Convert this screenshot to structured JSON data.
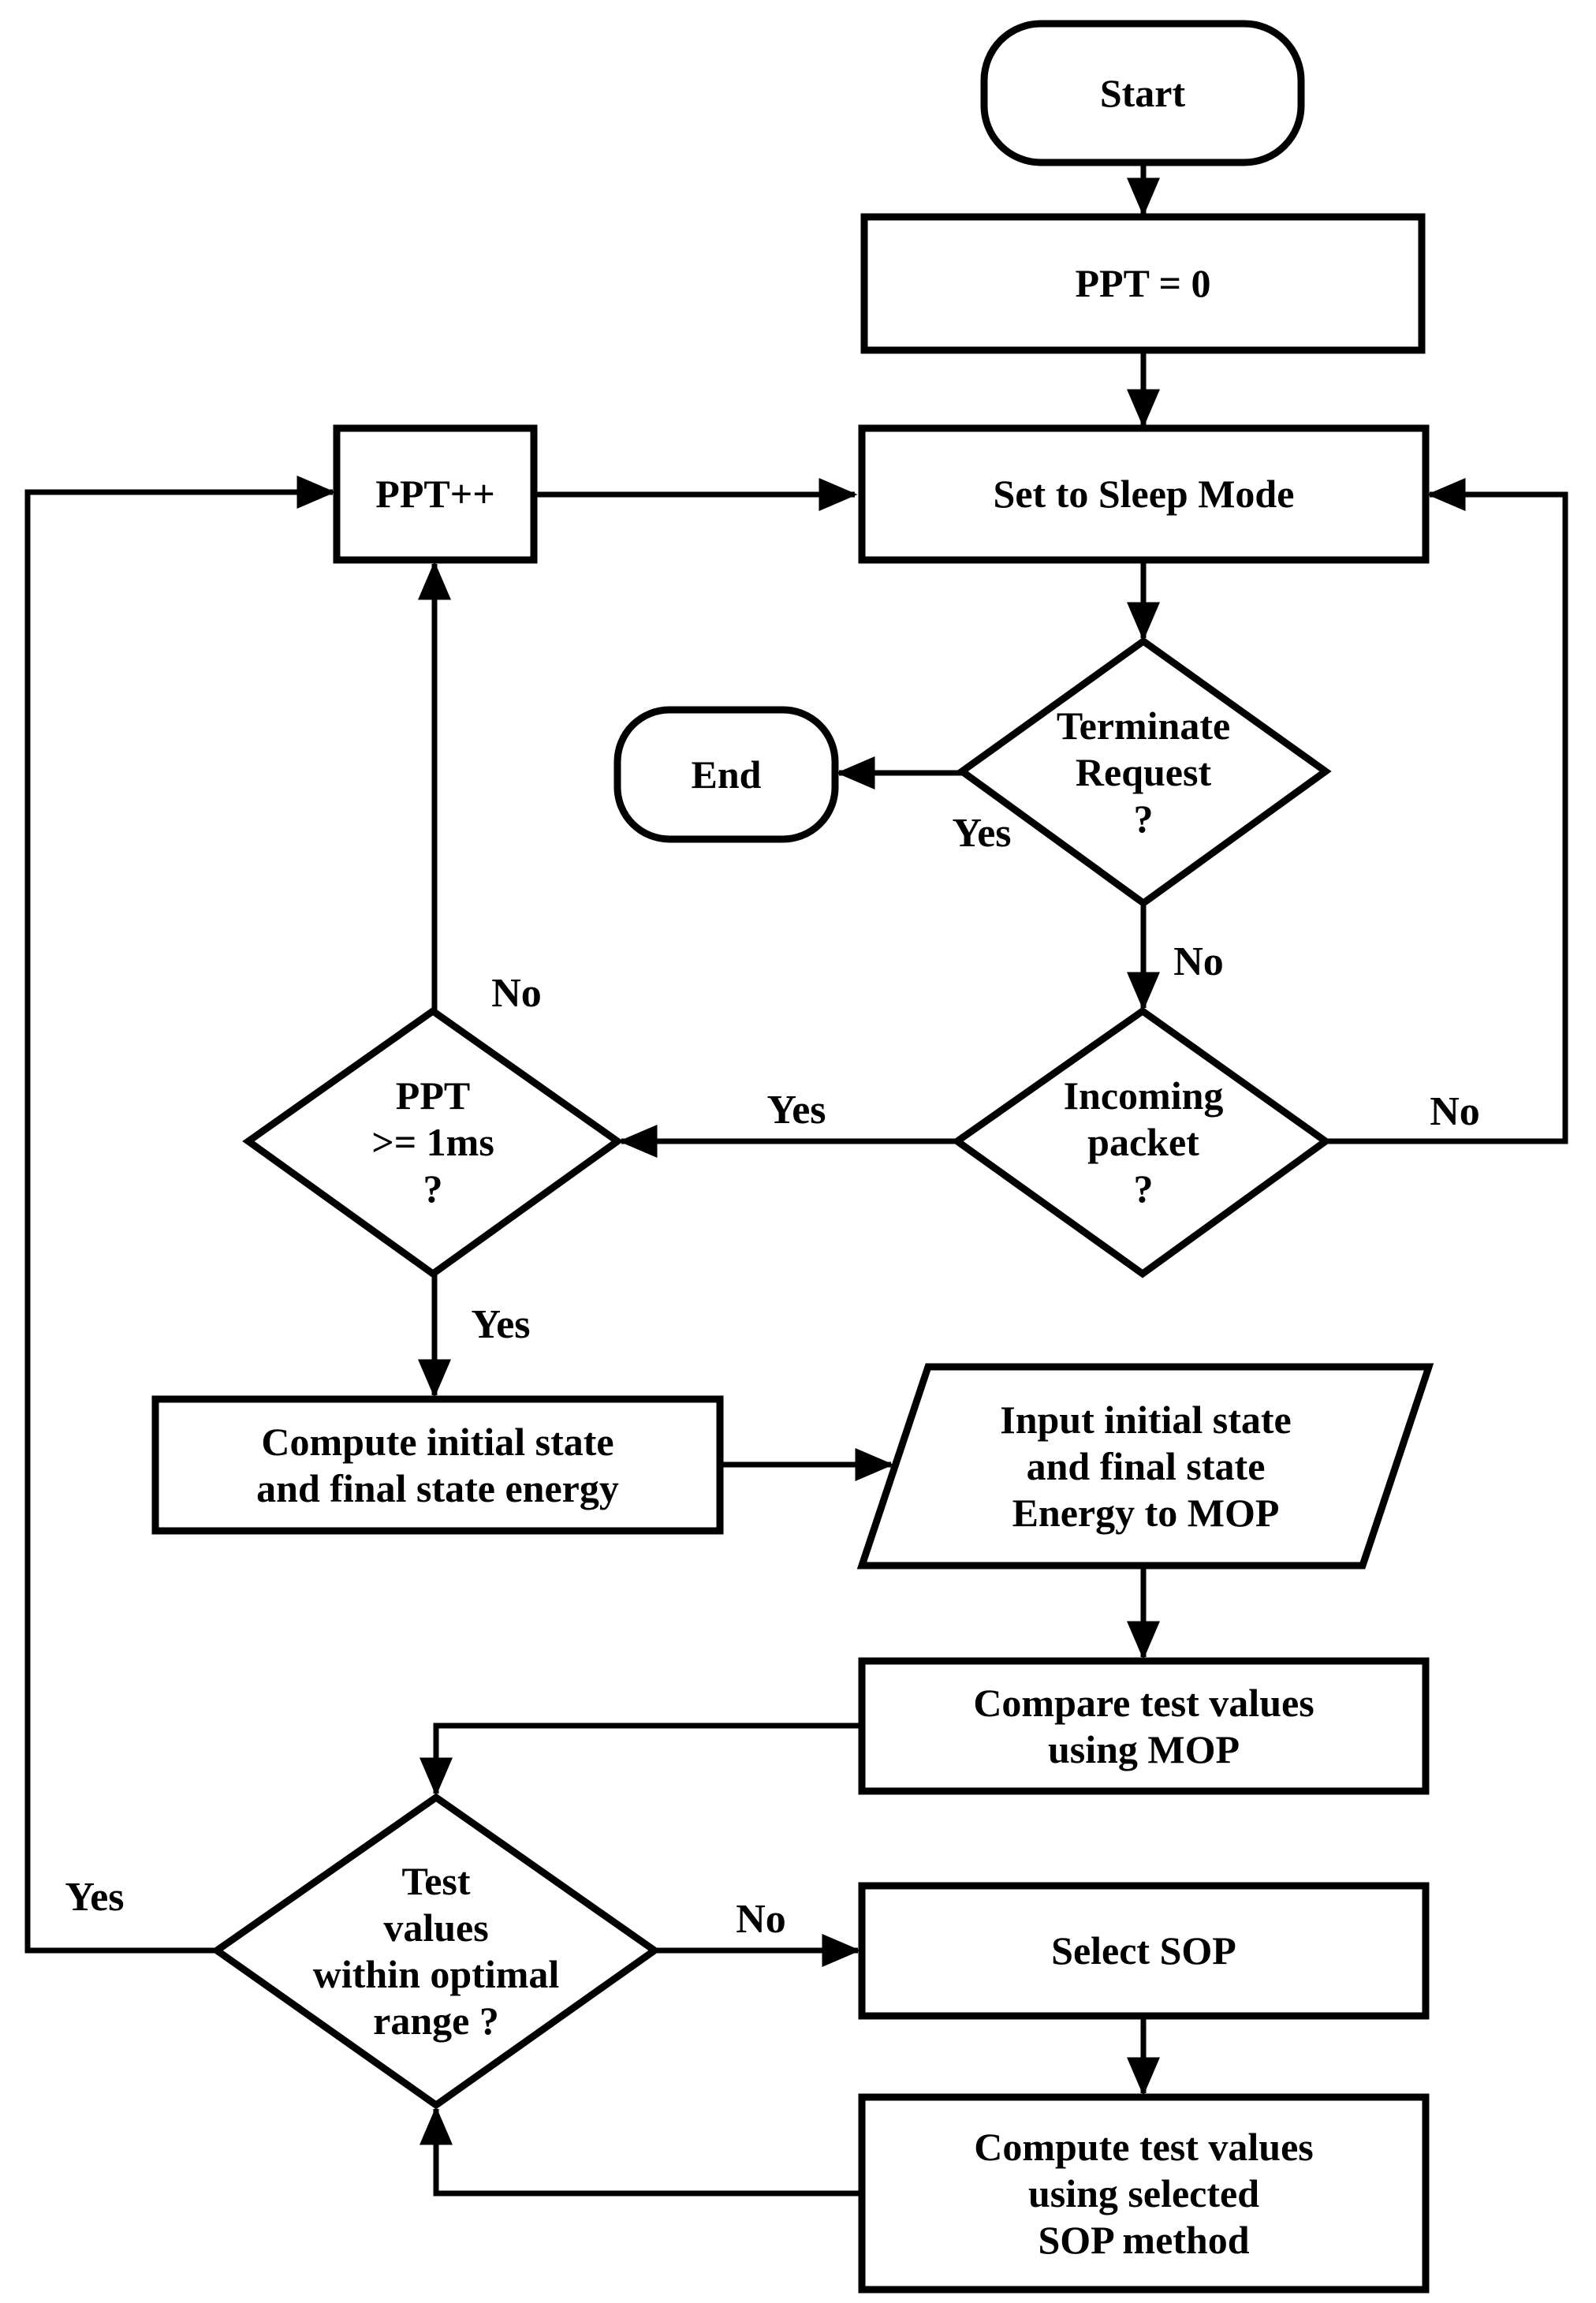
{
  "diagram": {
    "title": "Sleep-mode packet processing flowchart",
    "background_color": "#ffffff",
    "line_color": "#000000",
    "text_color": "#000000"
  },
  "nodes": {
    "start": {
      "type": "terminator",
      "label": "Start"
    },
    "ppt_zero": {
      "type": "process",
      "label": "PPT = 0"
    },
    "ppt_increment": {
      "type": "process",
      "label": "PPT++"
    },
    "sleep_mode": {
      "type": "process",
      "label": "Set to Sleep Mode"
    },
    "terminate_req": {
      "type": "decision",
      "label": "Terminate\nRequest\n?"
    },
    "end": {
      "type": "terminator",
      "label": "End"
    },
    "incoming_packet": {
      "type": "decision",
      "label": "Incoming\npacket\n?"
    },
    "ppt_threshold": {
      "type": "decision",
      "label": "PPT\n>= 1ms\n?"
    },
    "compute_energy": {
      "type": "process",
      "label": "Compute initial state\nand final state energy"
    },
    "input_mop": {
      "type": "input-output",
      "label": "Input initial state\nand final state\nEnergy to MOP"
    },
    "compare_mop": {
      "type": "process",
      "label": "Compare test values\nusing MOP"
    },
    "optimal_range": {
      "type": "decision",
      "label": "Test\nvalues\nwithin optimal\nrange ?"
    },
    "select_sop": {
      "type": "process",
      "label": "Select SOP"
    },
    "compute_sop": {
      "type": "process",
      "label": "Compute test values\nusing selected\nSOP method"
    }
  },
  "edge_labels": {
    "terminate_yes": "Yes",
    "terminate_no": "No",
    "incoming_yes": "Yes",
    "incoming_no": "No",
    "ppt_no": "No",
    "ppt_yes": "Yes",
    "optimal_no": "No",
    "optimal_yes": "Yes"
  },
  "edges": [
    {
      "from": "start",
      "to": "ppt_zero",
      "label": ""
    },
    {
      "from": "ppt_zero",
      "to": "sleep_mode",
      "label": ""
    },
    {
      "from": "ppt_increment",
      "to": "sleep_mode",
      "label": ""
    },
    {
      "from": "sleep_mode",
      "to": "terminate_req",
      "label": ""
    },
    {
      "from": "terminate_req",
      "to": "end",
      "label": "Yes"
    },
    {
      "from": "terminate_req",
      "to": "incoming_packet",
      "label": "No"
    },
    {
      "from": "incoming_packet",
      "to": "ppt_threshold",
      "label": "Yes"
    },
    {
      "from": "incoming_packet",
      "to": "sleep_mode",
      "label": "No"
    },
    {
      "from": "ppt_threshold",
      "to": "ppt_increment",
      "label": "No"
    },
    {
      "from": "ppt_threshold",
      "to": "compute_energy",
      "label": "Yes"
    },
    {
      "from": "compute_energy",
      "to": "input_mop",
      "label": ""
    },
    {
      "from": "input_mop",
      "to": "compare_mop",
      "label": ""
    },
    {
      "from": "compare_mop",
      "to": "optimal_range",
      "label": ""
    },
    {
      "from": "optimal_range",
      "to": "select_sop",
      "label": "No"
    },
    {
      "from": "optimal_range",
      "to": "ppt_increment",
      "label": "Yes"
    },
    {
      "from": "select_sop",
      "to": "compute_sop",
      "label": ""
    },
    {
      "from": "compute_sop",
      "to": "optimal_range",
      "label": ""
    }
  ]
}
